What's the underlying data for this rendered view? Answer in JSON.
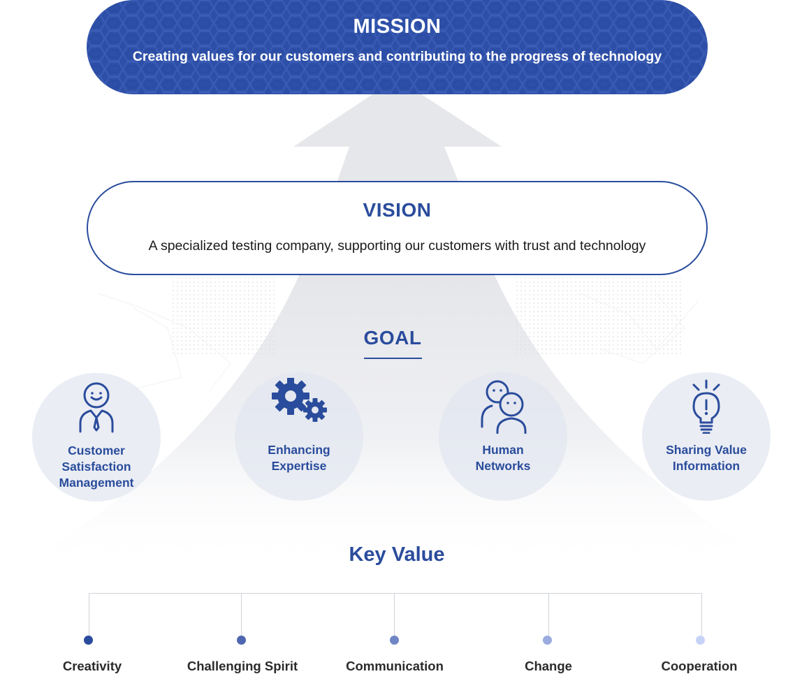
{
  "mission": {
    "title": "MISSION",
    "text": "Creating values for our customers and contributing to the progress of technology"
  },
  "vision": {
    "title": "VISION",
    "text": "A specialized testing company, supporting our customers with trust and technology"
  },
  "goal": {
    "title": "GOAL",
    "items": [
      {
        "label_line1": "Customer",
        "label_line2": "Satisfaction",
        "label_line3": "Management",
        "icon": "businessman-icon"
      },
      {
        "label_line1": "Enhancing",
        "label_line2": "Expertise",
        "icon": "gears-icon"
      },
      {
        "label_line1": "Human",
        "label_line2": "Networks",
        "icon": "people-icon"
      },
      {
        "label_line1": "Sharing Value",
        "label_line2": "Information",
        "icon": "lightbulb-icon"
      }
    ]
  },
  "key_value": {
    "title": "Key Value",
    "items": [
      {
        "label": "Creativity",
        "color": "#2a4c9c"
      },
      {
        "label": "Challenging Spirit",
        "color": "#4f67b0"
      },
      {
        "label": "Communication",
        "color": "#7085c4"
      },
      {
        "label": "Change",
        "color": "#9aabe0"
      },
      {
        "label": "Cooperation",
        "color": "#c7d3f6"
      }
    ]
  },
  "colors": {
    "primary": "#2a4c9c",
    "mission_bg": "#2d4fa8",
    "circle_bg": "#e4e7ef"
  }
}
